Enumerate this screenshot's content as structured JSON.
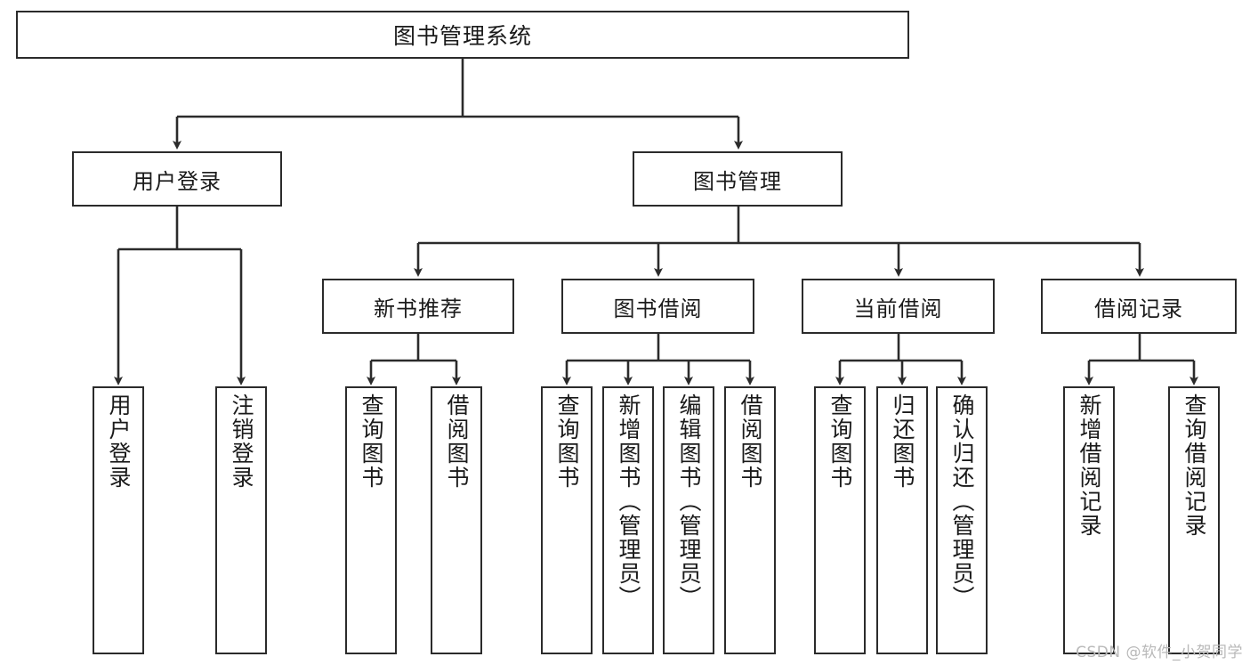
{
  "diagram": {
    "type": "tree",
    "title": "图书管理系统",
    "watermark": "CSDN @软件_小贺同学",
    "colors": {
      "box_border": "#2b2b2b",
      "box_fill": "#ffffff",
      "edge": "#2b2b2b",
      "text": "#1a1a1a",
      "watermark": "#b9b9b9"
    },
    "levels": {
      "root": {
        "label": "图书管理系统"
      },
      "level2": [
        {
          "label": "用户登录"
        },
        {
          "label": "图书管理"
        }
      ],
      "level3": [
        {
          "label": "新书推荐"
        },
        {
          "label": "图书借阅"
        },
        {
          "label": "当前借阅"
        },
        {
          "label": "借阅记录"
        }
      ],
      "leaves": [
        {
          "label": "用户登录"
        },
        {
          "label": "注销登录"
        },
        {
          "label": "查询图书"
        },
        {
          "label": "借阅图书"
        },
        {
          "label": "查询图书"
        },
        {
          "label": "新增图书（管理员）"
        },
        {
          "label": "编辑图书（管理员）"
        },
        {
          "label": "借阅图书"
        },
        {
          "label": "查询图书"
        },
        {
          "label": "归还图书"
        },
        {
          "label": "确认归还（管理员）"
        },
        {
          "label": "新增借阅记录"
        },
        {
          "label": "查询借阅记录"
        }
      ]
    }
  }
}
